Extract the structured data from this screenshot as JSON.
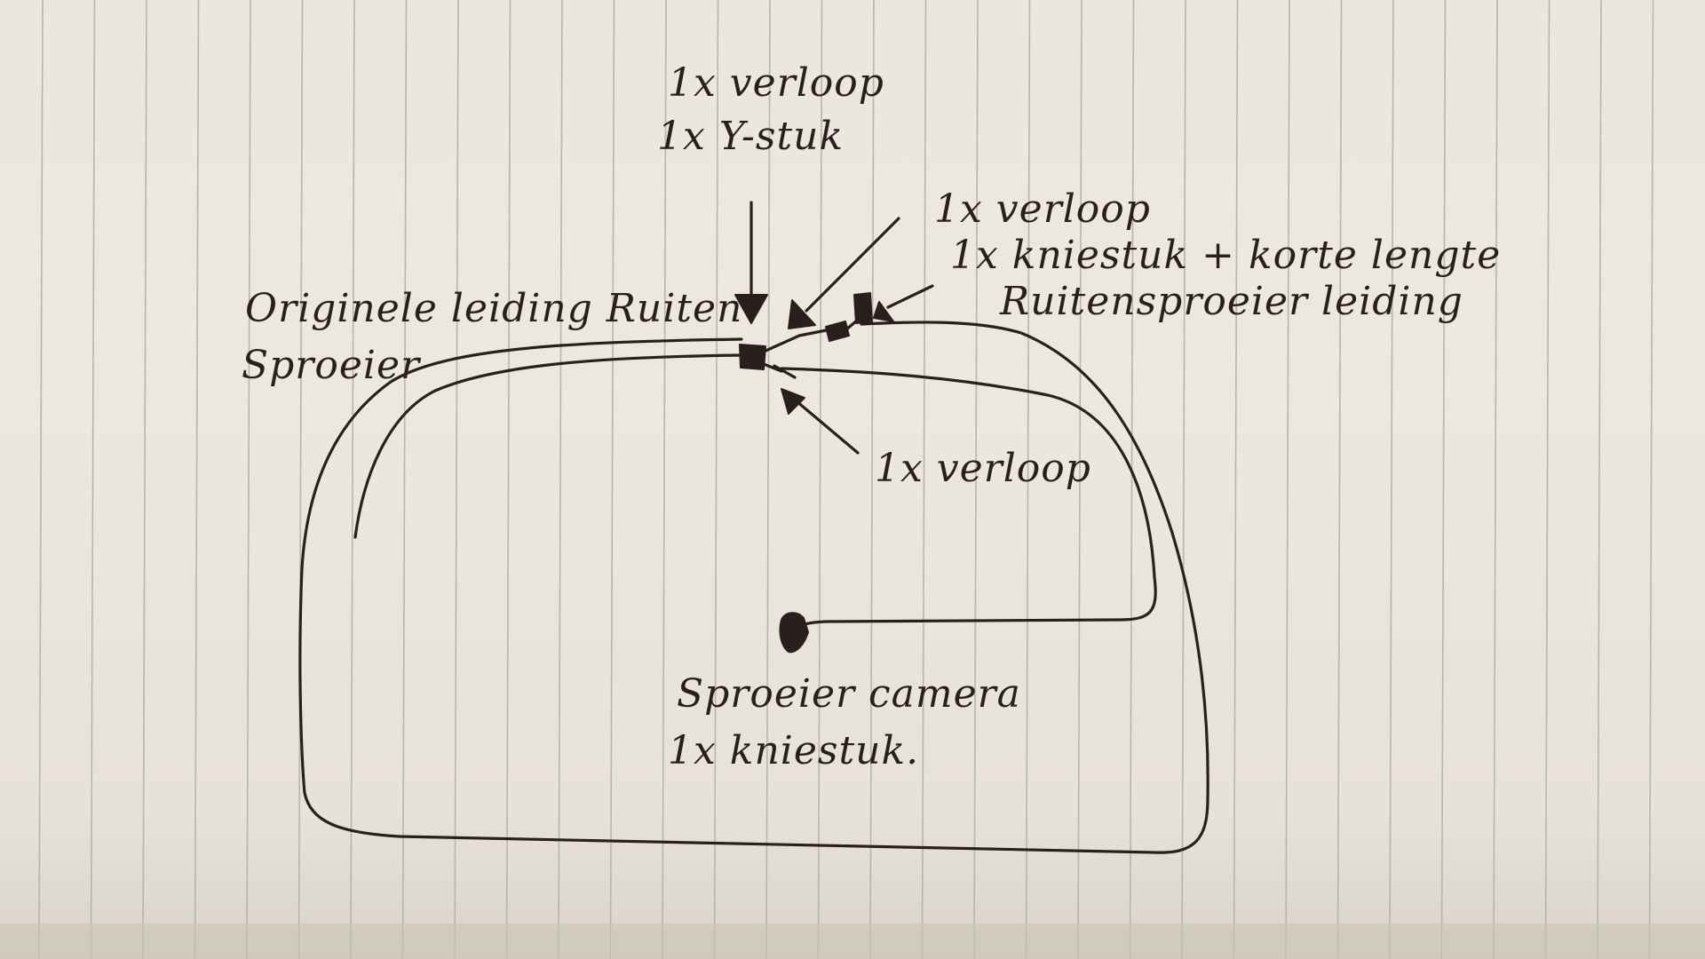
{
  "labels": {
    "top_line1": "1x verloop",
    "top_line2": "1x Y-stuk",
    "right_line1": "1x verloop",
    "right_line2": "1x kniestuk + korte lengte",
    "right_line3": "Ruitensproeier leiding",
    "left_line1": "Originele leiding Ruiten",
    "left_line2": "Sproeier",
    "lower_right": "1x verloop",
    "bottom_line1": "Sproeier camera",
    "bottom_line2": "1x kniestuk."
  },
  "colors": {
    "ink": "#2a1f1c",
    "paper": "#ebe7de",
    "ruling": "#b9b4ad"
  }
}
